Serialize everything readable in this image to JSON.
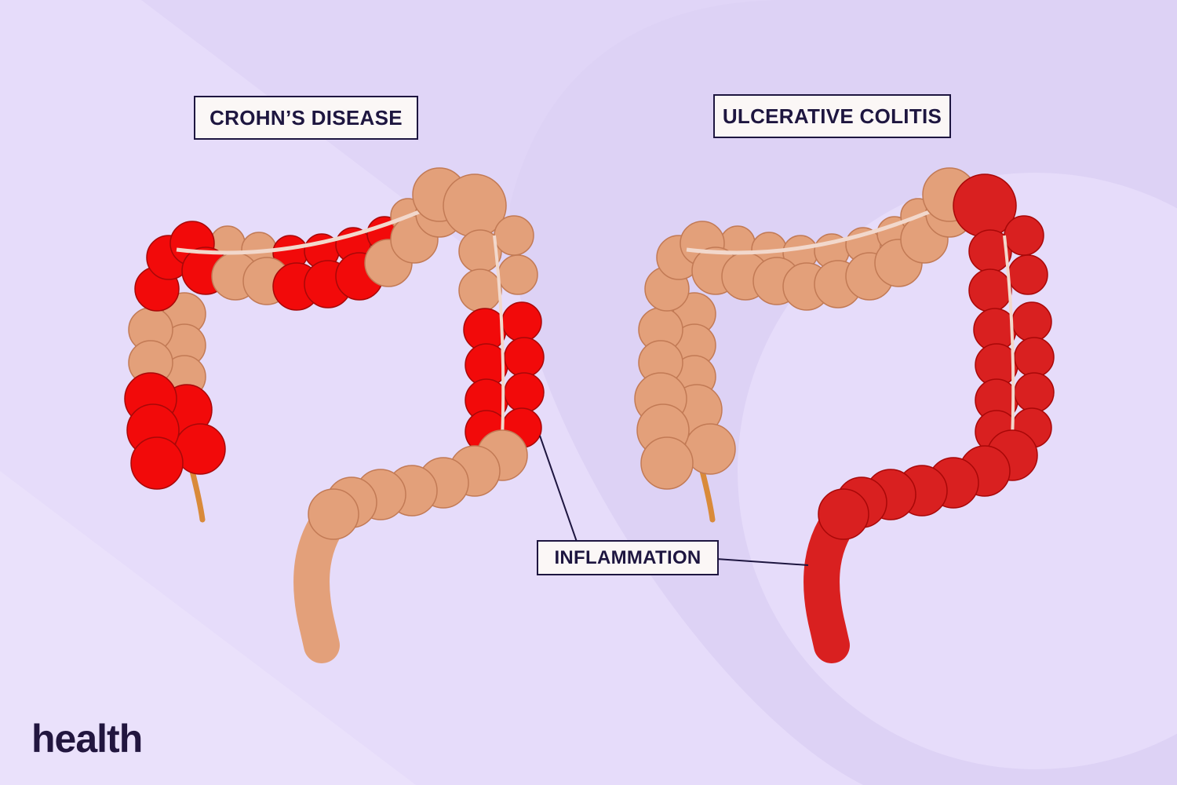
{
  "titles": {
    "left": "CROHN’S DISEASE",
    "right": "ULCERATIVE COLITIS"
  },
  "callout": "INFLAMMATION",
  "logo": "health",
  "colors": {
    "background": "#e0d5f7",
    "background_light": "#e9defb",
    "healthy_tissue": "#e3a07a",
    "healthy_shadow": "#c27a55",
    "inflamed_crohns": "#f20a0a",
    "inflamed_colitis": "#d92020",
    "label_text": "#1e1640"
  }
}
